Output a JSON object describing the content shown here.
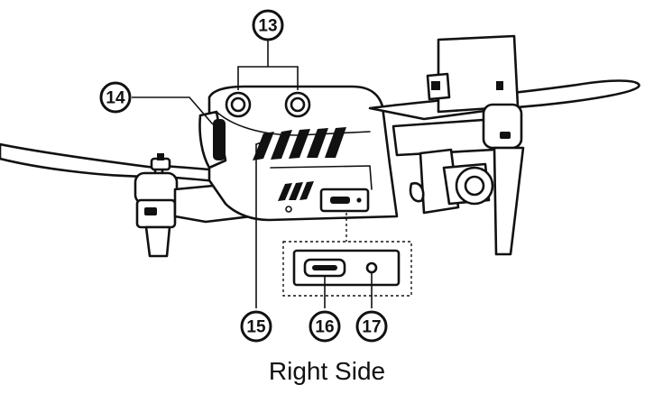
{
  "caption": "Right Side",
  "callouts": {
    "c13": "13",
    "c14": "14",
    "c15": "15",
    "c16": "16",
    "c17": "17"
  },
  "colors": {
    "line": "#111111",
    "background": "#ffffff"
  }
}
